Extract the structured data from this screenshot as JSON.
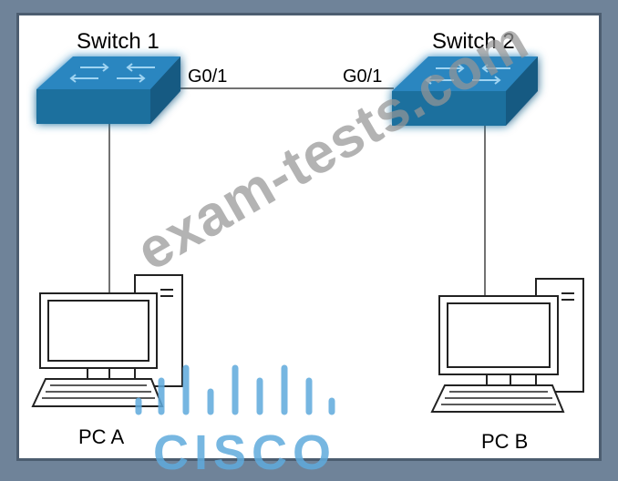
{
  "switches": {
    "switch1": {
      "name": "Switch 1",
      "port": "G0/1"
    },
    "switch2": {
      "name": "Switch 2",
      "port": "G0/1"
    }
  },
  "pcs": {
    "pc_a": {
      "name": "PC A"
    },
    "pc_b": {
      "name": "PC B"
    }
  },
  "watermark": "exam-tests.com",
  "logo": {
    "text": "CISCO"
  },
  "colors": {
    "switch_body": "#1f6f9e",
    "switch_top": "#2a86c0",
    "glow": "#46b4f0",
    "logo": "#5faadc",
    "frame": "#6f8399"
  }
}
